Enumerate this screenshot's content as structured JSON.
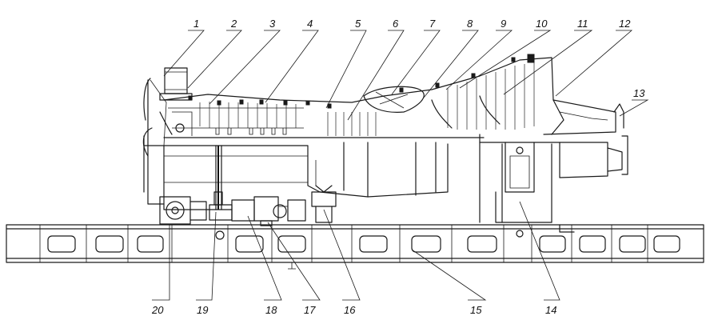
{
  "diagram": {
    "top_labels": [
      "1",
      "2",
      "3",
      "4",
      "5",
      "6",
      "7",
      "8",
      "9",
      "10",
      "11",
      "12",
      "13"
    ],
    "bottom_labels": [
      "20",
      "19",
      "18",
      "17",
      "16",
      "15",
      "14"
    ]
  }
}
